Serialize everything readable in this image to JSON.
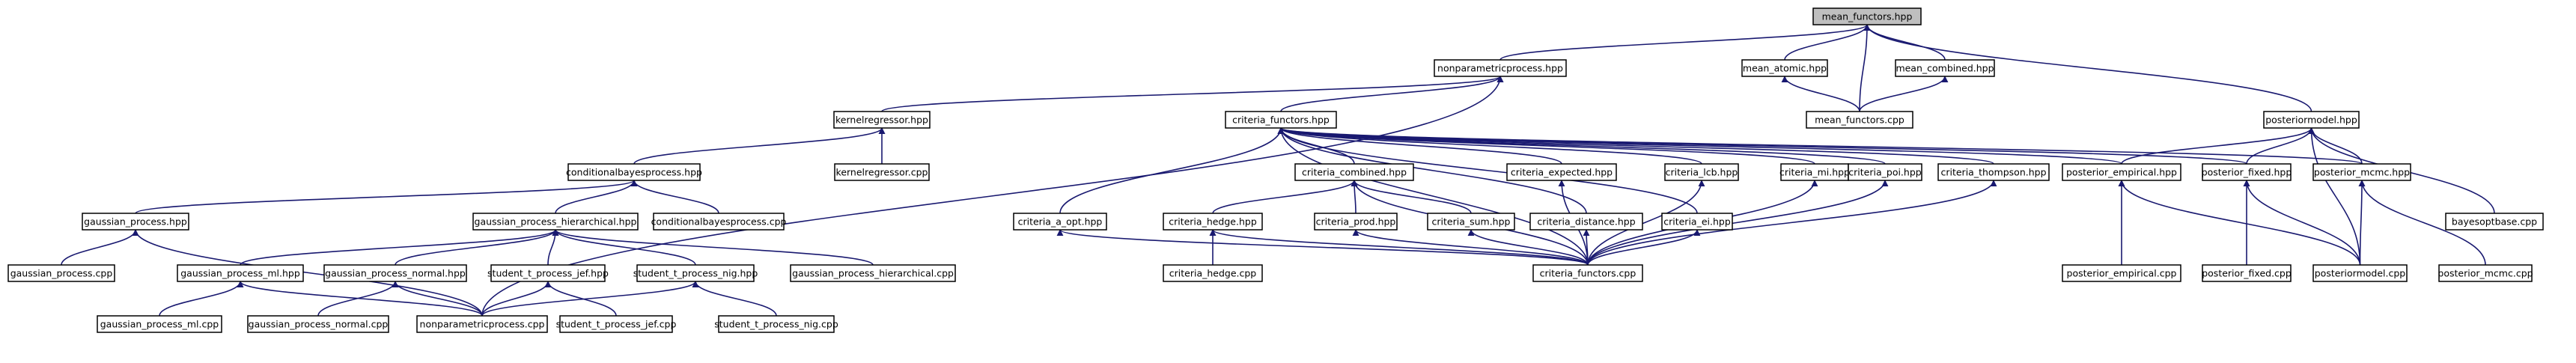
{
  "root": "mean_functors.hpp",
  "nodes": {
    "mf_hpp": "mean_functors.hpp",
    "npp_hpp": "nonparametricprocess.hpp",
    "ma_hpp": "mean_atomic.hpp",
    "mc_hpp": "mean_combined.hpp",
    "mf_cpp": "mean_functors.cpp",
    "pm_hpp": "posteriormodel.hpp",
    "kr_hpp": "kernelregressor.hpp",
    "cf_hpp": "criteria_functors.hpp",
    "cbp_hpp": "conditionalbayesprocess.hpp",
    "kr_cpp": "kernelregressor.cpp",
    "ccomb_hpp": "criteria_combined.hpp",
    "cexp_hpp": "criteria_expected.hpp",
    "clcb_hpp": "criteria_lcb.hpp",
    "cmi_hpp": "criteria_mi.hpp",
    "cpoi_hpp": "criteria_poi.hpp",
    "cth_hpp": "criteria_thompson.hpp",
    "pe_hpp": "posterior_empirical.hpp",
    "pf_hpp": "posterior_fixed.hpp",
    "pmc_hpp": "posterior_mcmc.hpp",
    "bob_cpp": "bayesoptbase.cpp",
    "gp_hpp": "gaussian_process.hpp",
    "gph_hpp": "gaussian_process_hierarchical.hpp",
    "cbp_cpp": "conditionalbayesprocess.cpp",
    "cao_hpp": "criteria_a_opt.hpp",
    "ch_hpp": "criteria_hedge.hpp",
    "cprod_hpp": "criteria_prod.hpp",
    "csum_hpp": "criteria_sum.hpp",
    "cdist_hpp": "criteria_distance.hpp",
    "cei_hpp": "criteria_ei.hpp",
    "pe_cpp": "posterior_empirical.cpp",
    "pf_cpp": "posterior_fixed.cpp",
    "pm_cpp": "posteriormodel.cpp",
    "pmc_cpp": "posterior_mcmc.cpp",
    "gp_cpp": "gaussian_process.cpp",
    "gpml_hpp": "gaussian_process_ml.hpp",
    "gpn_hpp": "gaussian_process_normal.hpp",
    "stj_hpp": "student_t_process_jef.hpp",
    "stn_hpp": "student_t_process_nig.hpp",
    "gph_cpp": "gaussian_process_hierarchical.cpp",
    "ch_cpp": "criteria_hedge.cpp",
    "cf_cpp": "criteria_functors.cpp",
    "gpml_cpp": "gaussian_process_ml.cpp",
    "gpn_cpp": "gaussian_process_normal.cpp",
    "npp_cpp": "nonparametricprocess.cpp",
    "stj_cpp": "student_t_process_jef.cpp",
    "stn_cpp": "student_t_process_nig.cpp"
  },
  "edges": [
    [
      "npp_hpp",
      "mf_hpp"
    ],
    [
      "ma_hpp",
      "mf_hpp"
    ],
    [
      "mc_hpp",
      "mf_hpp"
    ],
    [
      "mf_cpp",
      "mf_hpp"
    ],
    [
      "pm_hpp",
      "mf_hpp"
    ],
    [
      "mf_cpp",
      "ma_hpp"
    ],
    [
      "mf_cpp",
      "mc_hpp"
    ],
    [
      "kr_hpp",
      "npp_hpp"
    ],
    [
      "cf_hpp",
      "npp_hpp"
    ],
    [
      "npp_cpp",
      "npp_hpp"
    ],
    [
      "cbp_hpp",
      "kr_hpp"
    ],
    [
      "kr_cpp",
      "kr_hpp"
    ],
    [
      "gp_hpp",
      "cbp_hpp"
    ],
    [
      "gph_hpp",
      "cbp_hpp"
    ],
    [
      "cbp_cpp",
      "cbp_hpp"
    ],
    [
      "gp_cpp",
      "gp_hpp"
    ],
    [
      "npp_cpp",
      "gp_hpp"
    ],
    [
      "gpml_hpp",
      "gph_hpp"
    ],
    [
      "gpn_hpp",
      "gph_hpp"
    ],
    [
      "stj_hpp",
      "gph_hpp"
    ],
    [
      "stn_hpp",
      "gph_hpp"
    ],
    [
      "gph_cpp",
      "gph_hpp"
    ],
    [
      "gpml_cpp",
      "gpml_hpp"
    ],
    [
      "npp_cpp",
      "gpml_hpp"
    ],
    [
      "gpn_cpp",
      "gpn_hpp"
    ],
    [
      "npp_cpp",
      "gpn_hpp"
    ],
    [
      "stj_cpp",
      "stj_hpp"
    ],
    [
      "npp_cpp",
      "stj_hpp"
    ],
    [
      "stn_cpp",
      "stn_hpp"
    ],
    [
      "npp_cpp",
      "stn_hpp"
    ],
    [
      "cao_hpp",
      "cf_hpp"
    ],
    [
      "ccomb_hpp",
      "cf_hpp"
    ],
    [
      "cexp_hpp",
      "cf_hpp"
    ],
    [
      "clcb_hpp",
      "cf_hpp"
    ],
    [
      "cmi_hpp",
      "cf_hpp"
    ],
    [
      "cpoi_hpp",
      "cf_hpp"
    ],
    [
      "cth_hpp",
      "cf_hpp"
    ],
    [
      "cdist_hpp",
      "cf_hpp"
    ],
    [
      "cei_hpp",
      "cf_hpp"
    ],
    [
      "cf_cpp",
      "cf_hpp"
    ],
    [
      "pe_hpp",
      "cf_hpp"
    ],
    [
      "pf_hpp",
      "cf_hpp"
    ],
    [
      "pmc_hpp",
      "cf_hpp"
    ],
    [
      "ch_hpp",
      "ccomb_hpp"
    ],
    [
      "cprod_hpp",
      "ccomb_hpp"
    ],
    [
      "csum_hpp",
      "ccomb_hpp"
    ],
    [
      "cf_cpp",
      "ccomb_hpp"
    ],
    [
      "ch_cpp",
      "ch_hpp"
    ],
    [
      "cf_cpp",
      "ch_hpp"
    ],
    [
      "cf_cpp",
      "cprod_hpp"
    ],
    [
      "cf_cpp",
      "csum_hpp"
    ],
    [
      "cf_cpp",
      "cexp_hpp"
    ],
    [
      "cf_cpp",
      "clcb_hpp"
    ],
    [
      "cf_cpp",
      "cmi_hpp"
    ],
    [
      "cf_cpp",
      "cpoi_hpp"
    ],
    [
      "cf_cpp",
      "cth_hpp"
    ],
    [
      "cf_cpp",
      "cdist_hpp"
    ],
    [
      "cf_cpp",
      "cei_hpp"
    ],
    [
      "cf_cpp",
      "cao_hpp"
    ],
    [
      "pe_hpp",
      "pm_hpp"
    ],
    [
      "pf_hpp",
      "pm_hpp"
    ],
    [
      "pmc_hpp",
      "pm_hpp"
    ],
    [
      "bob_cpp",
      "pm_hpp"
    ],
    [
      "pm_cpp",
      "pm_hpp"
    ],
    [
      "pe_cpp",
      "pe_hpp"
    ],
    [
      "pm_cpp",
      "pe_hpp"
    ],
    [
      "pf_cpp",
      "pf_hpp"
    ],
    [
      "pm_cpp",
      "pf_hpp"
    ],
    [
      "pm_cpp",
      "pmc_hpp"
    ],
    [
      "pmc_cpp",
      "pmc_hpp"
    ]
  ]
}
